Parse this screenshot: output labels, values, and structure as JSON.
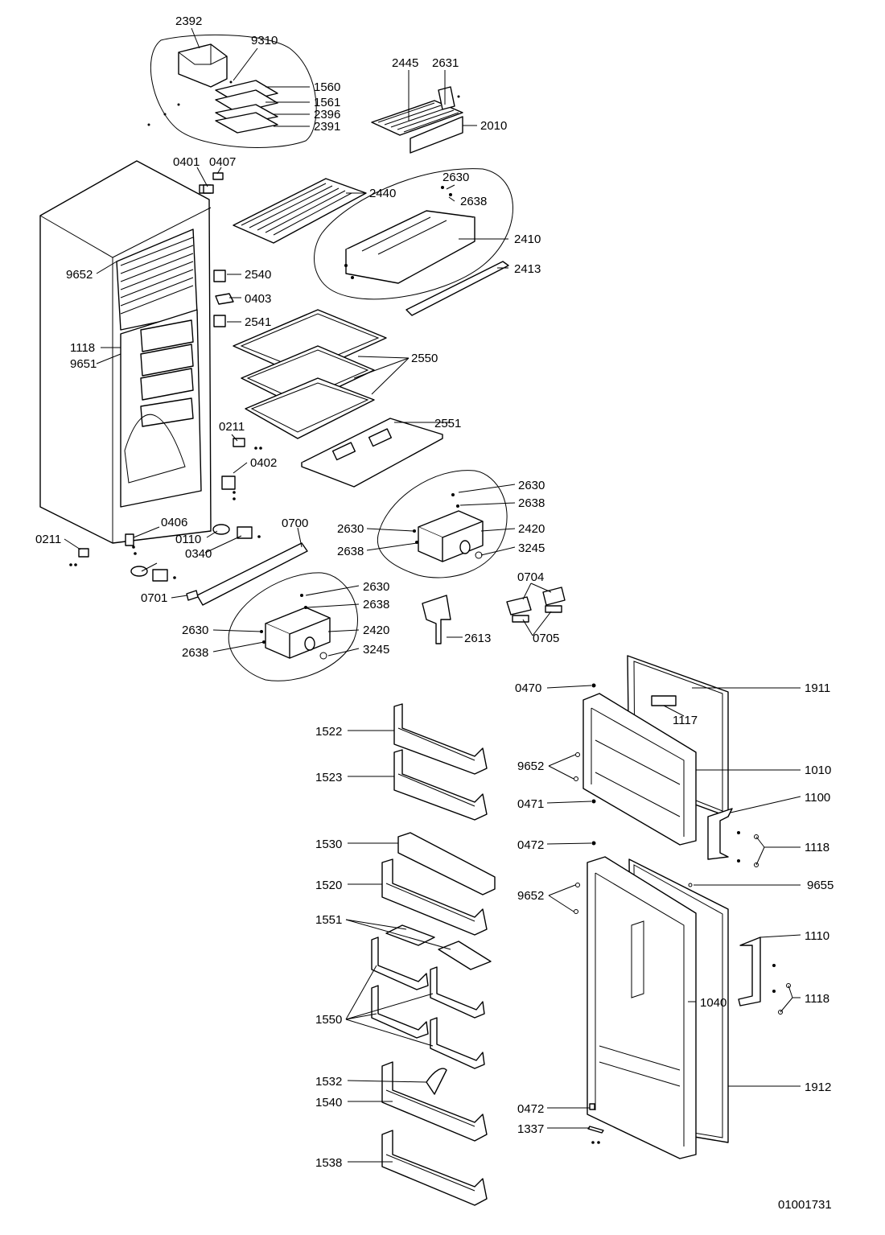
{
  "callouts": [
    "2392",
    "9310",
    "1560",
    "1561",
    "2396",
    "2391",
    "2445",
    "2631",
    "2010",
    "0401",
    "0407",
    "2440",
    "2630",
    "2638",
    "2410",
    "2413",
    "9652",
    "2540",
    "0403",
    "2541",
    "1118",
    "9651",
    "2550",
    "2551",
    "0211",
    "0402",
    "0406",
    "0110",
    "0340",
    "0700",
    "0211",
    "0701",
    "2630",
    "2638",
    "2630",
    "2638",
    "2420",
    "3245",
    "2630",
    "2638",
    "2630",
    "2638",
    "2420",
    "3245",
    "0704",
    "0705",
    "2613",
    "0470",
    "1911",
    "1117",
    "1522",
    "9652",
    "1010",
    "1523",
    "0471",
    "1100",
    "1530",
    "0472",
    "1118",
    "1520",
    "9652",
    "9655",
    "1551",
    "1110",
    "1550",
    "1040",
    "1118",
    "1532",
    "1540",
    "0472",
    "1337",
    "1912",
    "1538"
  ],
  "drawing_number": "01001731"
}
